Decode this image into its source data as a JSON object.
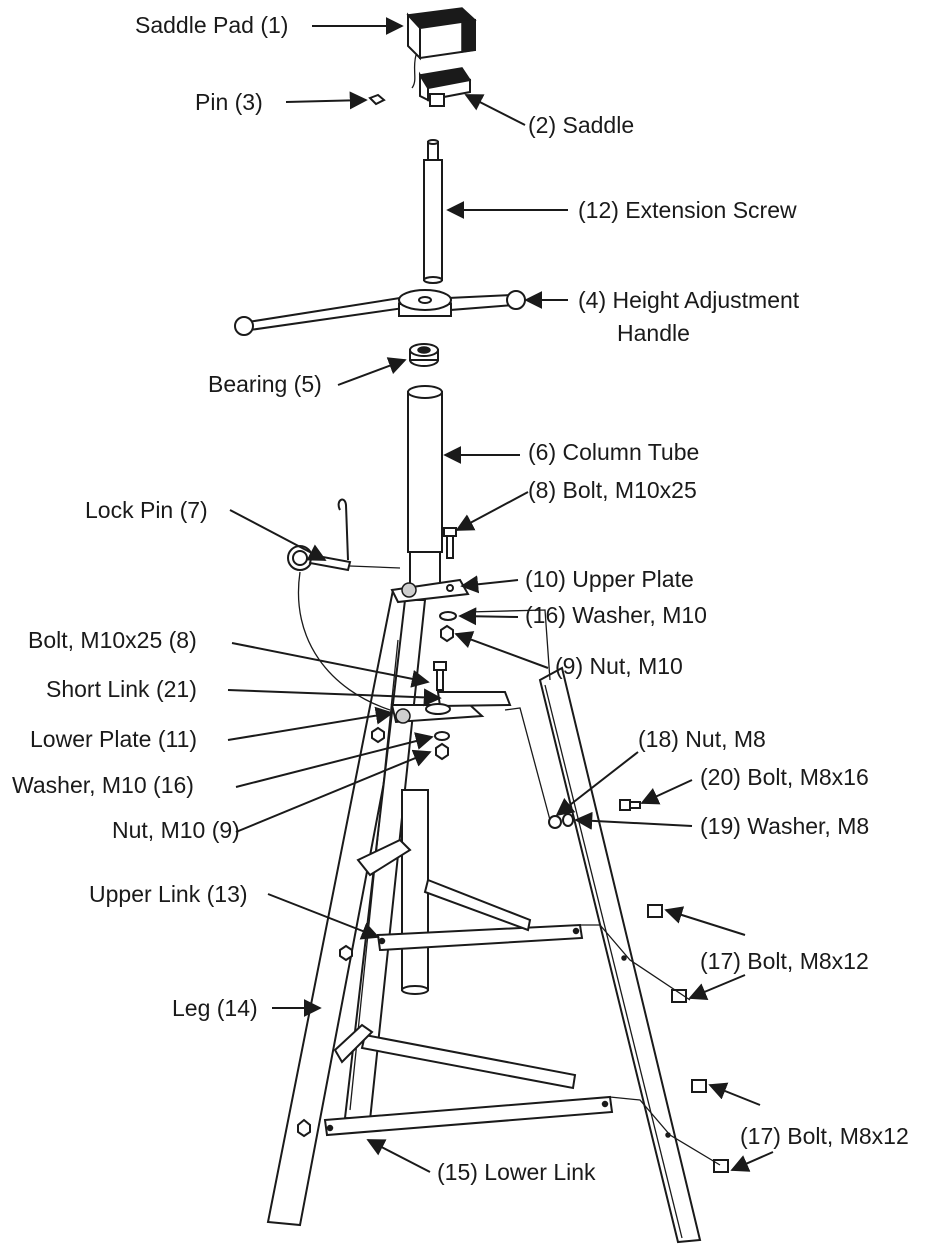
{
  "labels": {
    "saddle_pad": "Saddle Pad (1)",
    "pin": "Pin (3)",
    "saddle": "(2) Saddle",
    "extension_screw": "(12) Extension Screw",
    "handle_line1": "(4) Height Adjustment",
    "handle_line2": "Handle",
    "bearing": "Bearing (5)",
    "column_tube": "(6) Column Tube",
    "bolt_upper": "(8) Bolt, M10x25",
    "lock_pin": "Lock Pin (7)",
    "upper_plate": "(10) Upper Plate",
    "washer_upper": "(16) Washer, M10",
    "bolt_lower": "Bolt, M10x25 (8)",
    "nut_upper": "(9)  Nut, M10",
    "short_link": "Short Link (21)",
    "lower_plate": "Lower Plate (11)",
    "nut_m8": "(18) Nut, M8",
    "bolt_m8x16": "(20) Bolt, M8x16",
    "washer_lower": "Washer, M10 (16)",
    "washer_m8": "(19) Washer, M8",
    "nut_lower": "Nut, M10 (9)",
    "upper_link": "Upper Link (13)",
    "bolt_m8x12_upper": "(17) Bolt, M8x12",
    "leg": "Leg (14)",
    "bolt_m8x12_lower": "(17) Bolt, M8x12",
    "lower_link": "(15) Lower Link"
  },
  "colors": {
    "ink": "#1a1a1a",
    "background": "#ffffff"
  }
}
